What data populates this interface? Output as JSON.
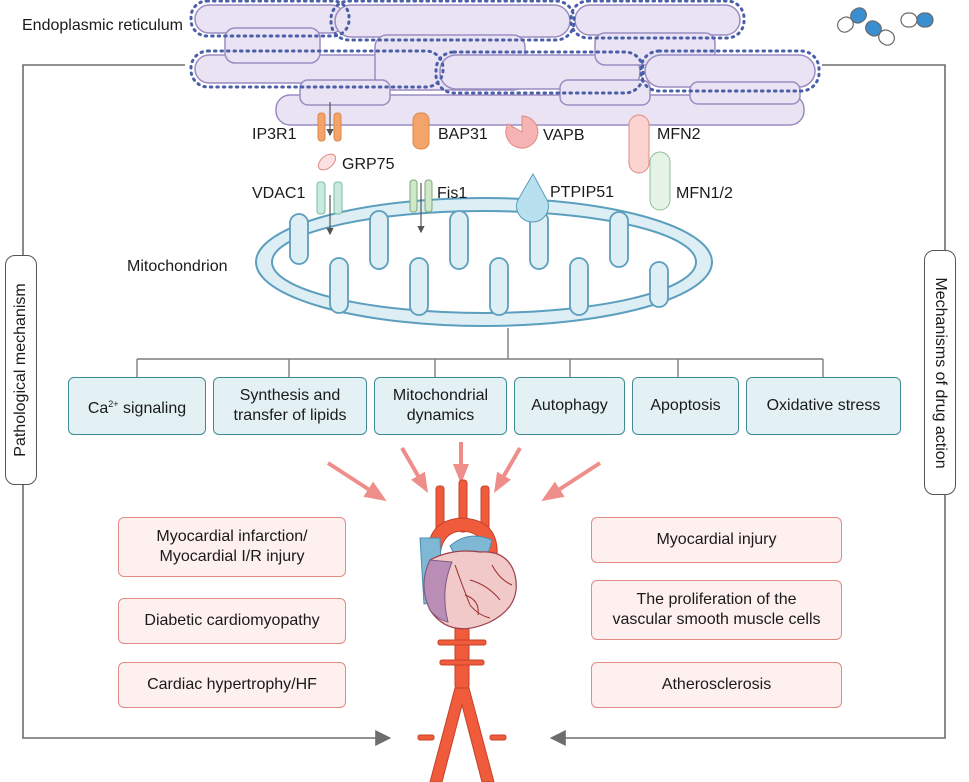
{
  "organelles": {
    "er": "Endoplasmic reticulum",
    "mito": "Mitochondrion"
  },
  "proteins": {
    "ip3r1": "IP3R1",
    "grp75": "GRP75",
    "vdac1": "VDAC1",
    "bap31": "BAP31",
    "fis1": "Fis1",
    "vapb": "VAPB",
    "ptpip51": "PTPIP51",
    "mfn2": "MFN2",
    "mfn12": "MFN1/2"
  },
  "side_labels": {
    "left": "Pathological mechanism",
    "right": "Mechanisms of drug action"
  },
  "functions": {
    "ca_prefix": "Ca",
    "ca_sup": "2+",
    "ca_suffix": " signaling",
    "lipids": "Synthesis and\ntransfer of lipids",
    "dynamics": "Mitochondrial\ndynamics",
    "autophagy": "Autophagy",
    "apoptosis": "Apoptosis",
    "oxidative": "Oxidative stress"
  },
  "diseases_left": {
    "mi": "Myocardial infarction/\nMyocardial I/R injury",
    "dcm": "Diabetic cardiomyopathy",
    "hf": "Cardiac hypertrophy/HF"
  },
  "diseases_right": {
    "injury": "Myocardial injury",
    "vsmc": "The proliferation of the\nvascular smooth muscle cells",
    "athero": "Atherosclerosis"
  },
  "colors": {
    "er_fill": "#e9e3f3",
    "er_stroke": "#9a8cc2",
    "ribosome": "#4b5ea8",
    "mito_fill": "#ddeef4",
    "mito_stroke": "#5b9ebd",
    "func_border": "#3f8b93",
    "disease_border": "#e08b83",
    "arrow_pink": "#ef8d8a",
    "artery": "#ef5b3b",
    "vein": "#7fb8d4",
    "capsule_blue": "#3a8fd0"
  }
}
